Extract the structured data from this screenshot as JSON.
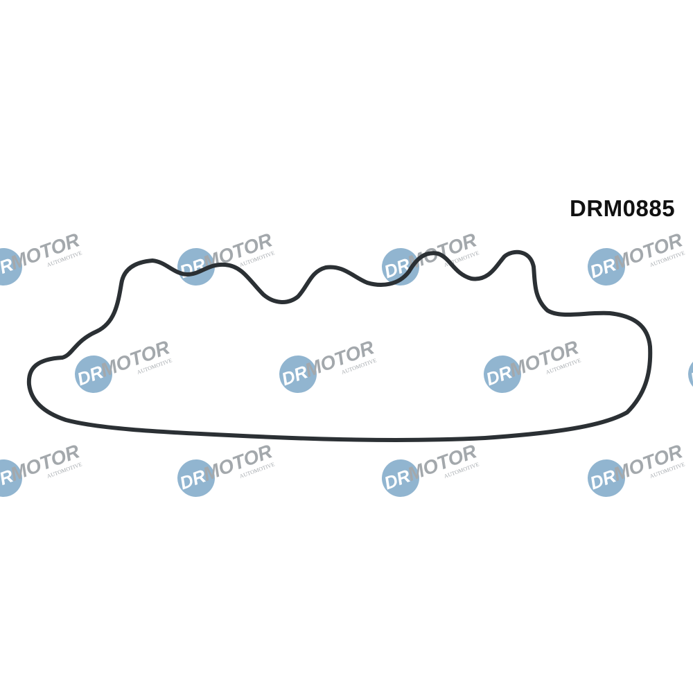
{
  "product": {
    "code": "DRM0885",
    "gasket_color": "#2b3034"
  },
  "watermark": {
    "brand_left": "DR",
    "brand_right": "MOTOR",
    "tagline": "AUTOMOTIVE",
    "circle_color": "#86adcb",
    "text_color": "#9a9fa4"
  }
}
